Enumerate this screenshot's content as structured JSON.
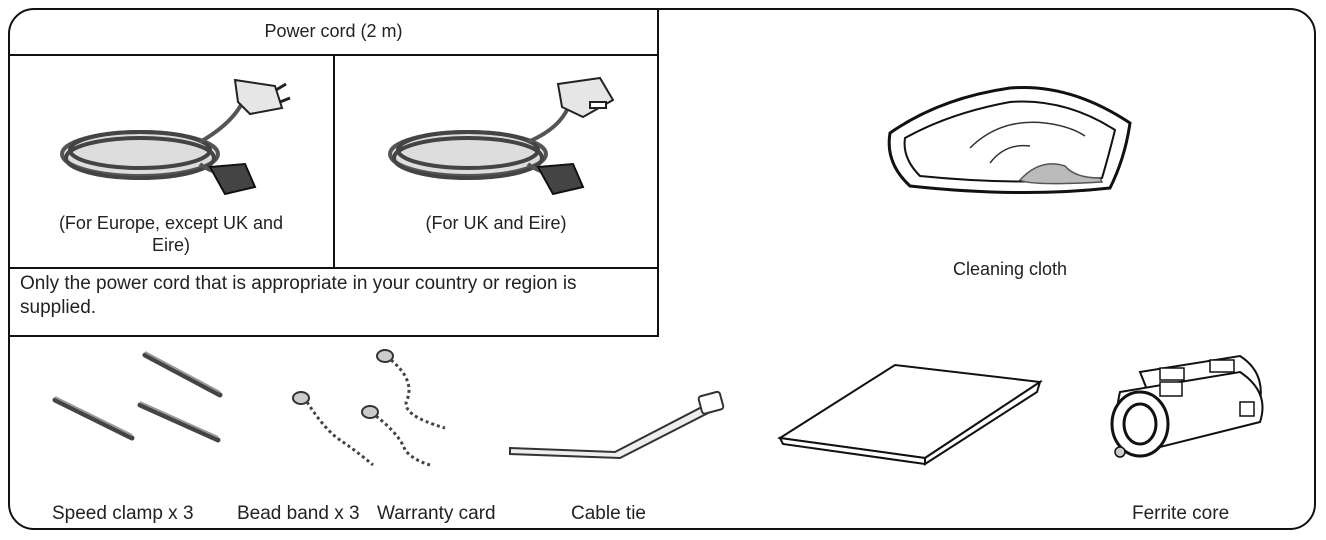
{
  "power_cord": {
    "title": "Power cord (2 m)",
    "europe_caption": "(For Europe, except UK and Eire)",
    "uk_caption": "(For UK and Eire)",
    "note": "Only the power cord that is appropriate in your country or region is supplied."
  },
  "items": {
    "cleaning_cloth": "Cleaning cloth",
    "speed_clamp": "Speed clamp x 3",
    "bead_band": "Bead band x 3",
    "warranty_card": "Warranty card",
    "cable_tie": "Cable tie",
    "ferrite_core": "Ferrite core"
  }
}
